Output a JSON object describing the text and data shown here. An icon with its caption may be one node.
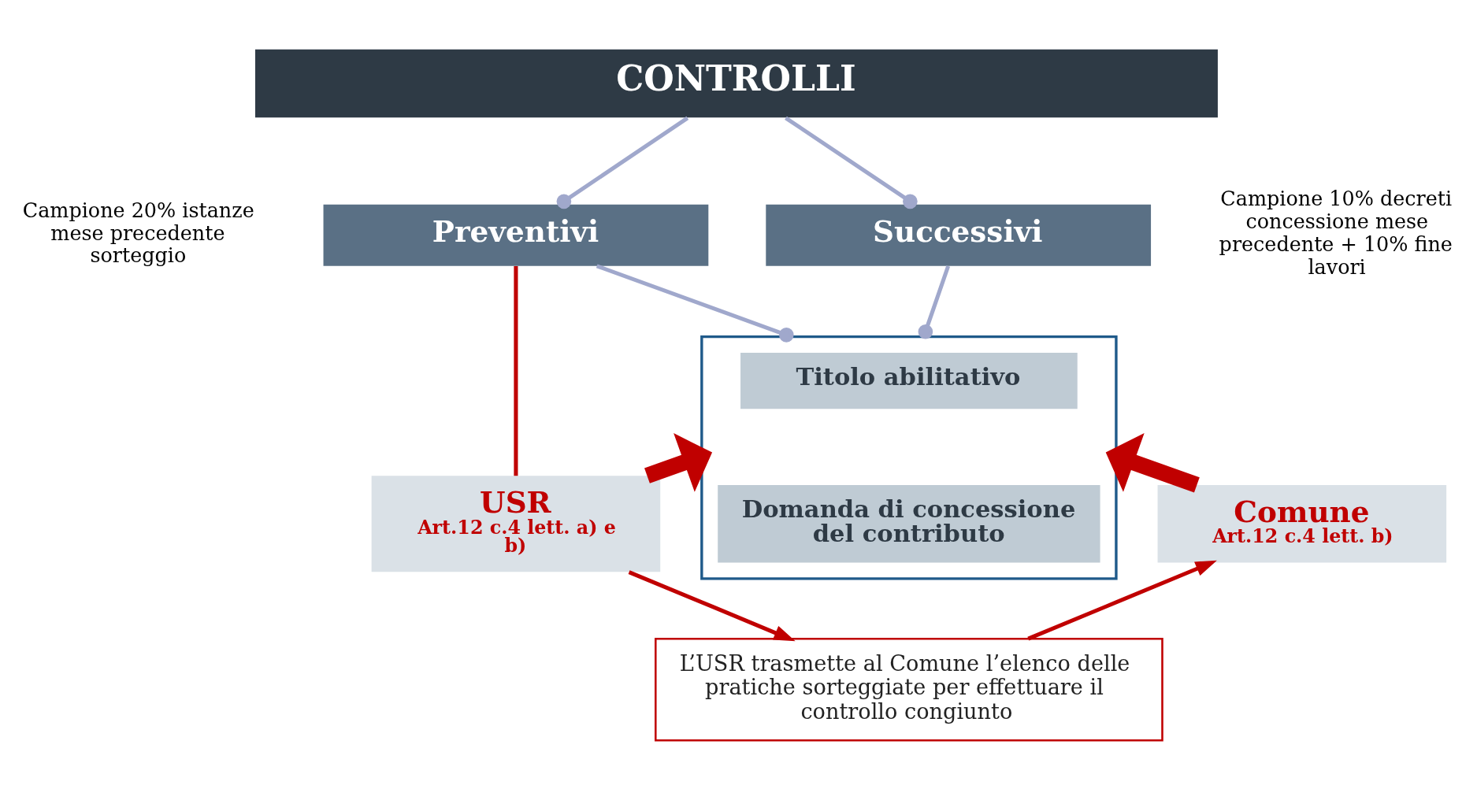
{
  "diagram": {
    "nodes": [
      {
        "text": [
          "CONTROLLI"
        ]
      },
      {
        "text": [
          "Preventivi"
        ],
        "beside": [
          "Campione 20% istanze mese precedente sorteggio"
        ]
      },
      {
        "text": [
          "Successivi"
        ],
        "beside": [
          "Campione 10% decreti concessione mese precedente + 10% fine lavori"
        ]
      },
      {
        "text": [],
        "shape": "box"
      },
      {
        "text": [
          "Titolo abilitativo"
        ],
        "in": 3
      },
      {
        "text": [
          "Domanda di concessione del contributo"
        ],
        "in": 3
      },
      {
        "text": [
          "USR",
          "Art.12 c.4 lett. a) e b)"
        ]
      },
      {
        "text": [
          "Comune",
          "Art.12 c.4 lett. b)"
        ]
      },
      {
        "text": [
          "L’USR trasmette al Comune l’elenco delle pratiche sorteggiate per effettuare il controllo congiunto"
        ]
      }
    ],
    "edges": [
      {
        "from": 0,
        "to": 1,
        "arrow": "other",
        "color": "#a0a8cc"
      },
      {
        "from": 0,
        "to": 2,
        "arrow": "other",
        "color": "#a0a8cc"
      },
      {
        "from": 1,
        "to": 3,
        "arrow": "other",
        "color": "#a0a8cc"
      },
      {
        "from": 2,
        "to": 3,
        "arrow": "other",
        "color": "#a0a8cc"
      },
      {
        "from": 6,
        "to": 3,
        "arrow": "to",
        "style": "thick"
      },
      {
        "from": 7,
        "to": 3,
        "arrow": "to",
        "style": "thick"
      },
      {
        "from": 1,
        "to": 6,
        "arrow": "none"
      },
      {
        "from": 6,
        "to": 8,
        "arrow": "to"
      },
      {
        "from": 8,
        "to": 7,
        "arrow": "to"
      }
    ]
  }
}
